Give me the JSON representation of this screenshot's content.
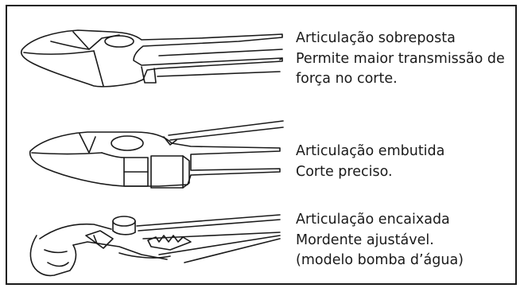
{
  "figure": {
    "items": [
      {
        "name": "Articulação sobreposta",
        "lines": [
          "Permite maior transmissão de",
          "força no corte."
        ]
      },
      {
        "name": "Articulação embutida",
        "lines": [
          "Corte preciso."
        ]
      },
      {
        "name": "Articulação encaixada",
        "lines": [
          "Mordente ajustável.",
          "(modelo bomba d’água)"
        ]
      }
    ]
  }
}
